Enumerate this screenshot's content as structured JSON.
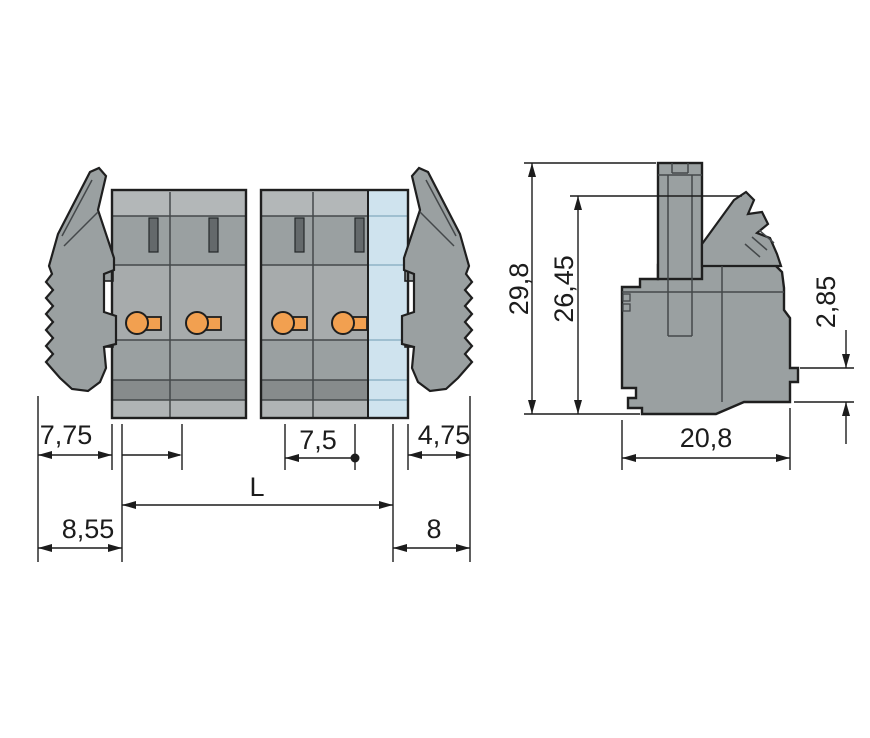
{
  "drawing": {
    "type": "technical-dimension-drawing",
    "views": {
      "front": {
        "name": "front-view",
        "dimensions": {
          "lever_width_left": "7,75",
          "edge_offset_left": "8,55",
          "pole_pitch": "7,5",
          "total_length": "L",
          "edge_offset_right": "8",
          "lever_width_right": "4,75"
        }
      },
      "side": {
        "name": "side-view",
        "dimensions": {
          "overall_height": "29,8",
          "height_to_latch": "26,45",
          "foot_height": "2,85",
          "overall_depth": "20,8"
        }
      }
    },
    "colors": {
      "body_gray": "#9aa0a1",
      "body_gray_light": "#b3b7b8",
      "body_gray_mid": "#a7abac",
      "body_gray_dark": "#878b8c",
      "outline": "#1f1f1f",
      "highlight_blue": "#cfe3ee",
      "highlight_blue_line": "#8fb3c6",
      "contact_orange": "#f2a050",
      "background": "#ffffff"
    }
  }
}
